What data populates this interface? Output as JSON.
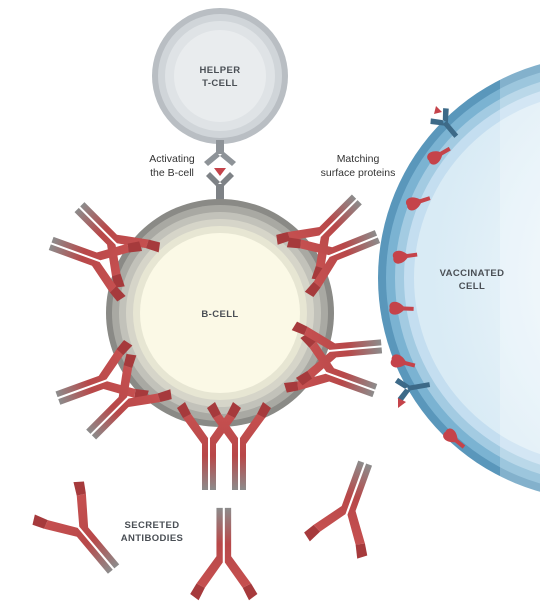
{
  "labels": {
    "helper_t_cell": [
      "HELPER",
      "T-CELL"
    ],
    "b_cell": "B-CELL",
    "vaccinated_cell": [
      "VACCINATED",
      "CELL"
    ],
    "activating": [
      "Activating",
      "the B-cell"
    ],
    "matching": [
      "Matching",
      "surface proteins"
    ],
    "secreted": [
      "SECRETED",
      "ANTIBODIES"
    ]
  },
  "colors": {
    "antibody_red": "#c5504f",
    "antibody_dark_red": "#a63a3c",
    "antibody_gray": "#8f8f8f",
    "b_cell_core": "#fbf9e6",
    "b_cell_membrane": "#8a8a86",
    "t_cell_fill": "#dfe3e6",
    "t_cell_membrane": "#a8adb2",
    "vaccinated_membrane": "#4f8db0",
    "vaccinated_core": "#eef6fb",
    "surface_protein": "#c5434a",
    "receptor_dark": "#3d6a88"
  }
}
